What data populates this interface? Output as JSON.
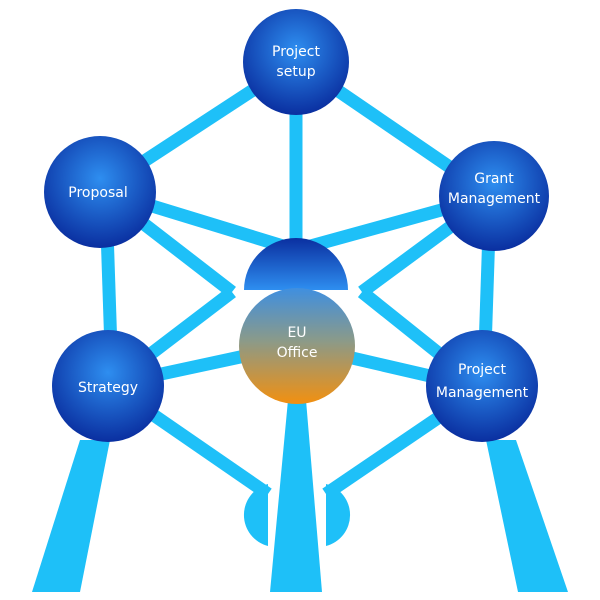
{
  "nodes": {
    "project_setup": {
      "line1": "Project",
      "line2": "setup"
    },
    "proposal": {
      "line1": "Proposal"
    },
    "grant_management": {
      "line1": "Grant",
      "line2": "Management"
    },
    "eu_office": {
      "line1": "EU",
      "line2": "Office"
    },
    "strategy": {
      "line1": "Strategy"
    },
    "project_management": {
      "line1": "Project",
      "line2": "Management"
    }
  },
  "colors": {
    "strut": "#1ec0f8",
    "sphere_light": "#2e8ef0",
    "sphere_dark": "#0a2fa0",
    "center_top": "#3f8fe0",
    "center_bottom": "#f29010",
    "label": "#ffffff"
  }
}
